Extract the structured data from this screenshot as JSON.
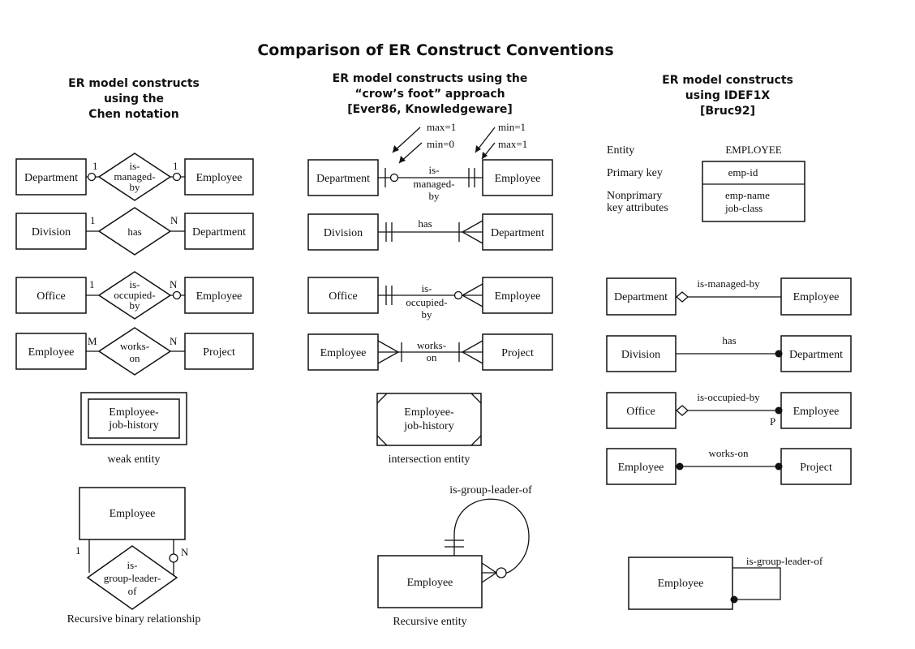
{
  "title": "Comparison of ER Construct Conventions",
  "columns": {
    "chen": {
      "heading": [
        "ER model constructs",
        "using the",
        "Chen notation"
      ],
      "rows": [
        {
          "left": "Department",
          "rel": [
            "is-",
            "managed-",
            "by"
          ],
          "right": "Employee",
          "lcard": "1",
          "rcard": "1"
        },
        {
          "left": "Division",
          "rel": [
            "has"
          ],
          "right": "Department",
          "lcard": "1",
          "rcard": "N"
        },
        {
          "left": "Office",
          "rel": [
            "is-",
            "occupied-",
            "by"
          ],
          "right": "Employee",
          "lcard": "1",
          "rcard": "N"
        },
        {
          "left": "Employee",
          "rel": [
            "works-",
            "on"
          ],
          "right": "Project",
          "lcard": "M",
          "rcard": "N"
        }
      ],
      "weak_entity": [
        "Employee-",
        "job-history"
      ],
      "weak_caption": "weak entity",
      "recursive": {
        "entity": "Employee",
        "rel": [
          "is-",
          "group-leader-",
          "of"
        ],
        "lcard": "1",
        "rcard": "N",
        "caption": "Recursive binary relationship"
      }
    },
    "crowsfoot": {
      "heading": [
        "ER model constructs using the",
        "“crow’s foot” approach",
        "[Ever86, Knowledgeware]"
      ],
      "legend": {
        "max1_left": "max=1",
        "min0": "min=0",
        "min1": "min=1",
        "max1_right": "max=1"
      },
      "rows": [
        {
          "left": "Department",
          "rel": [
            "is-",
            "managed-",
            "by"
          ],
          "right": "Employee"
        },
        {
          "left": "Division",
          "rel": [
            "has"
          ],
          "right": "Department"
        },
        {
          "left": "Office",
          "rel": [
            "is-",
            "occupied-",
            "by"
          ],
          "right": "Employee"
        },
        {
          "left": "Employee",
          "rel": [
            "works-",
            "on"
          ],
          "right": "Project"
        }
      ],
      "intersection_entity": [
        "Employee-",
        "job-history"
      ],
      "intersection_caption": "intersection entity",
      "recursive": {
        "entity": "Employee",
        "rel": "is-group-leader-of",
        "caption": "Recursive entity"
      }
    },
    "idef1x": {
      "heading": [
        "ER model constructs",
        "using IDEF1X",
        "[Bruc92]"
      ],
      "legend": {
        "entity_label": "Entity",
        "primary_key_label": "Primary key",
        "nonprimary_label": [
          "Nonprimary",
          "key attributes"
        ],
        "entity_name": "EMPLOYEE",
        "primary_key": "emp-id",
        "attributes": [
          "emp-name",
          "job-class"
        ]
      },
      "rows": [
        {
          "left": "Department",
          "rel": "is-managed-by",
          "right": "Employee"
        },
        {
          "left": "Division",
          "rel": "has",
          "right": "Department"
        },
        {
          "left": "Office",
          "rel": "is-occupied-by",
          "right": "Employee",
          "mark": "P"
        },
        {
          "left": "Employee",
          "rel": "works-on",
          "right": "Project"
        }
      ],
      "recursive": {
        "entity": "Employee",
        "rel": "is-group-leader-of"
      }
    }
  }
}
